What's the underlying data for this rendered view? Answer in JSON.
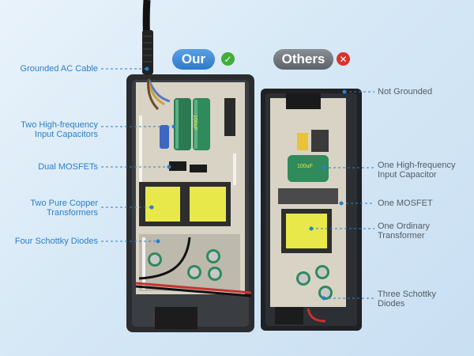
{
  "header": {
    "ours_label": "Our",
    "others_label": "Others"
  },
  "left_labels": [
    "Grounded AC Cable",
    "Two High-frequency\nInput Capacitors",
    "Dual MOSFETs",
    "Two Pure Copper\nTransformers",
    "Four Schottky Diodes"
  ],
  "right_labels": [
    "Not Grounded",
    "One High-frequency\nInput Capacitor",
    "One MOSFET",
    "One Ordinary\nTransformer",
    "Three Schottky\nDiodes"
  ],
  "component_markings": {
    "left_capacitor": "100uF",
    "right_capacitor": "100uF"
  },
  "colors": {
    "accent_blue": "#2a7fc9",
    "check_green": "#3fae3a",
    "cross_red": "#d9342b",
    "transformer_yellow": "#e8e84a"
  }
}
